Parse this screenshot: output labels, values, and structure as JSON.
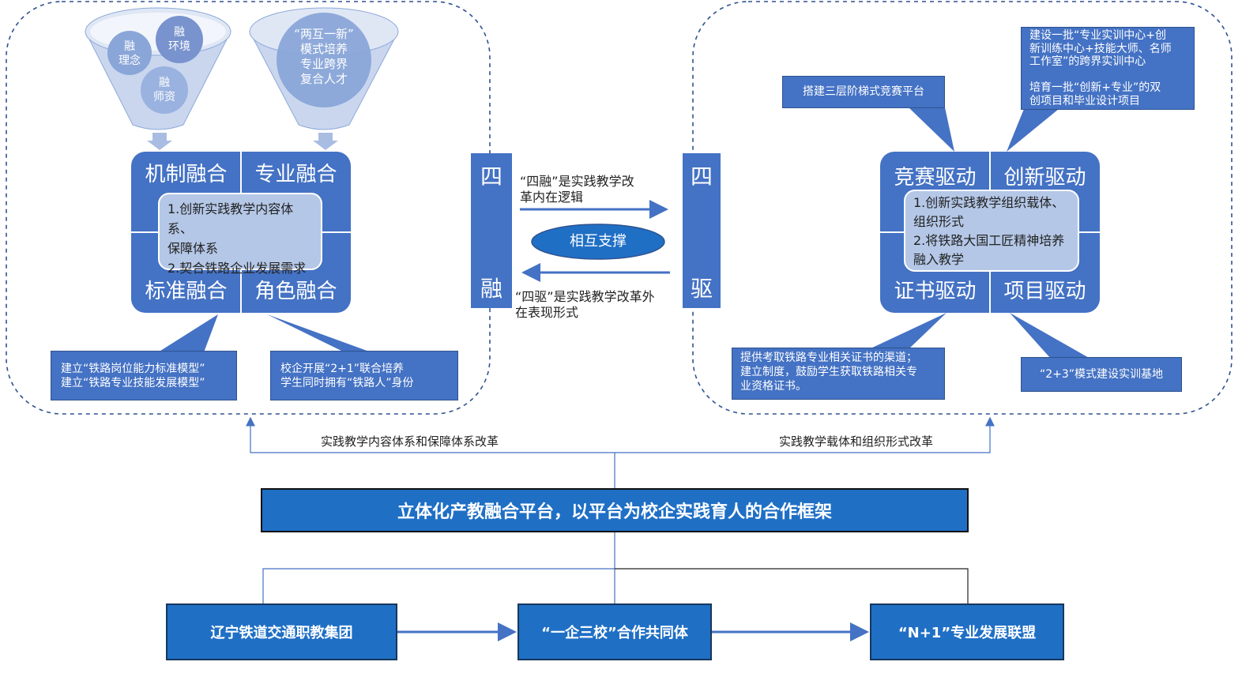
{
  "left_section": {
    "funnel_left": {
      "circles": [
        "融\n理念",
        "融\n环境",
        "融\n师资"
      ]
    },
    "funnel_right": {
      "text": "“两互一新”\n模式培养\n专业跨界\n复合人才"
    },
    "quadrants": [
      "机制融合",
      "专业融合",
      "标准融合",
      "角色融合"
    ],
    "center_text": "1.创新实践教学内容体系、\n   保障体系\n2.契合铁路企业发展需求",
    "callout_left": "建立“铁路岗位能力标准模型”\n建立“铁路专业技能发展模型”",
    "callout_right": "校企开展“2+1”联合培养\n学生同时拥有“铁路人”身份"
  },
  "middle": {
    "left_vertical": [
      "四",
      "融"
    ],
    "right_vertical": [
      "四",
      "驱"
    ],
    "top_text": "“四融”是实践教学改\n革内在逻辑",
    "ellipse_label": "相互支撑",
    "bottom_text": "“四驱”是实践教学改革外\n在表现形式"
  },
  "right_section": {
    "quadrants": [
      "竞赛驱动",
      "创新驱动",
      "证书驱动",
      "项目驱动"
    ],
    "center_text": "1.创新实践教学组织载体、\n   组织形式\n2.将铁路大国工匠精神培养\n   融入教学",
    "callout_top_left": "搭建三层阶梯式竞赛平台",
    "callout_top_right": "建设一批“专业实训中心+创\n新训练中心+技能大师、名师\n工作室”的跨界实训中心\n\n培育一批“创新+专业”的双\n创项目和毕业设计项目",
    "callout_bottom_left": "提供考取铁路专业相关证书的渠道；\n建立制度，鼓励学生获取铁路相关专\n业资格证书。",
    "callout_bottom_right": "“2+3”模式建设实训基地"
  },
  "connectors": {
    "left_label": "实践教学内容体系和保障体系改革",
    "right_label": "实践教学载体和组织形式改革"
  },
  "platform_title": "立体化产教融合平台，以平台为校企实践育人的合作框架",
  "bottom_boxes": [
    "辽宁铁道交通职教集团",
    "“一企三校”合作共同体",
    "“N+1”专业发展联盟"
  ],
  "colors": {
    "primary_blue": "#4472c4",
    "light_blue": "#b4c7e7",
    "dark_blue": "#1f6fc5",
    "dashed_border": "#2f528f"
  }
}
